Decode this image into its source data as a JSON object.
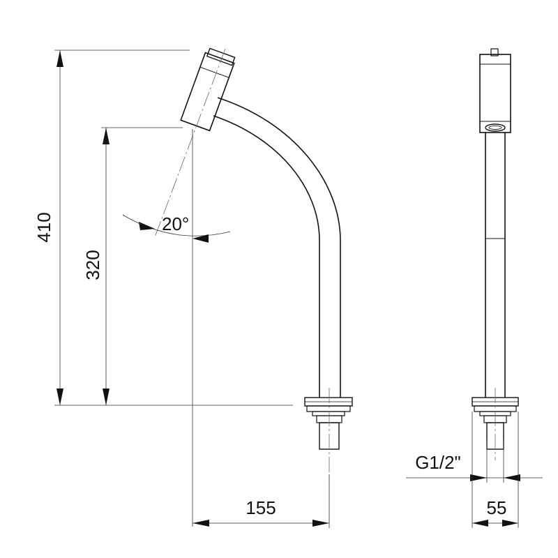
{
  "dimensions": {
    "overall_height": "410",
    "outlet_height": "320",
    "outlet_angle": "20°",
    "reach": "155",
    "thread": "G1/2\"",
    "body_width": "55"
  }
}
